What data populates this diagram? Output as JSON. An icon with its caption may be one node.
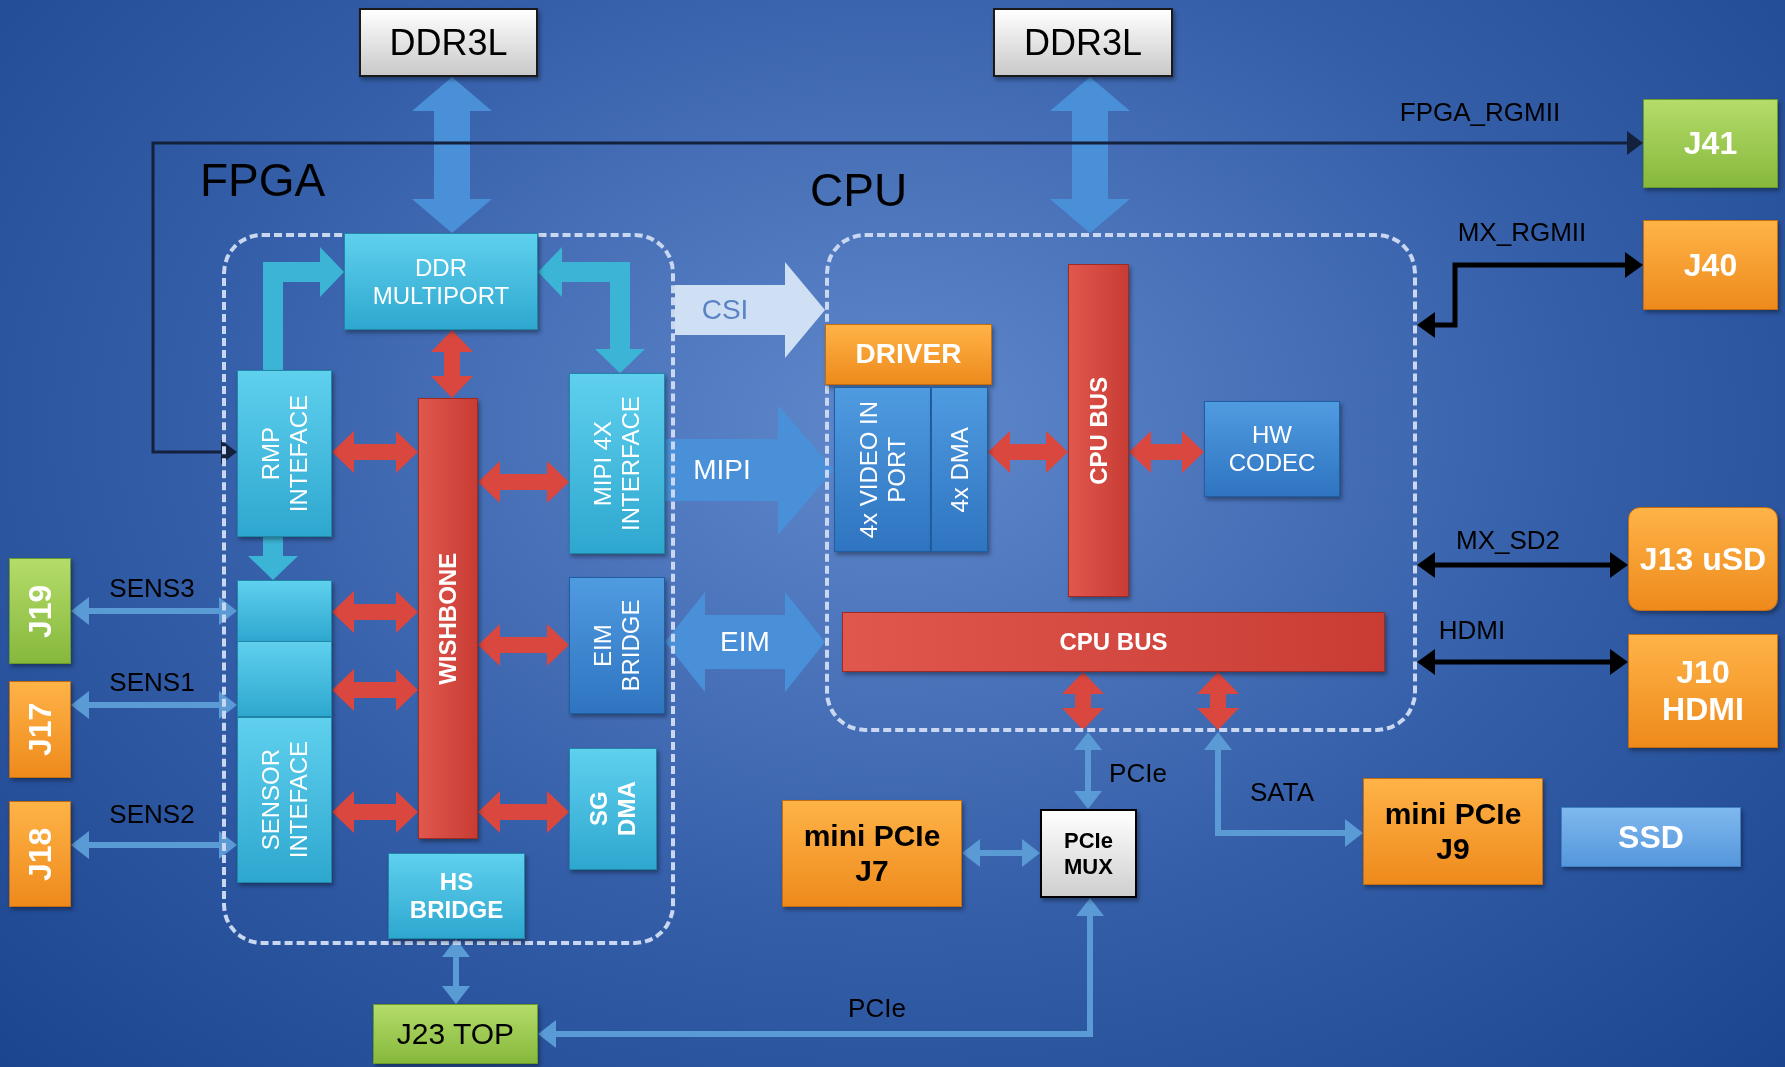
{
  "diagram": {
    "nodes": [
      {
        "text": [
          "DDR3L"
        ]
      },
      {
        "text": [
          "DDR3L"
        ]
      },
      {
        "text": [
          "FPGA"
        ]
      },
      {
        "text": [
          "CPU"
        ]
      },
      {
        "text": [
          "J41"
        ]
      },
      {
        "text": [
          "DDR MULTIPORT"
        ],
        "in": 2
      },
      {
        "text": [
          "J40"
        ]
      },
      {
        "text": [
          "RMP INTEFACE"
        ],
        "in": 2
      },
      {
        "text": [
          "MIPI 4X INTERFACE"
        ],
        "in": 2
      },
      {
        "text": [
          "WISHBONE"
        ],
        "in": 2
      },
      {
        "text": [
          "DRIVER"
        ],
        "in": 3
      },
      {
        "text": [
          "4x VIDEO IN PORT"
        ],
        "in": 3
      },
      {
        "text": [
          "4x DMA"
        ],
        "in": 3
      },
      {
        "text": [
          "CPU BUS"
        ],
        "in": 3
      },
      {
        "text": [
          "HW CODEC"
        ],
        "in": 3
      },
      {
        "text": [
          "J13 uSD"
        ]
      },
      {
        "text": [
          "J19"
        ]
      },
      {
        "text": [],
        "shape": "box",
        "in": 2
      },
      {
        "text": [
          "EIM BRIDGE"
        ],
        "in": 2
      },
      {
        "text": [
          "J10 HDMI"
        ]
      },
      {
        "text": [
          "J17"
        ]
      },
      {
        "text": [],
        "shape": "box",
        "in": 2
      },
      {
        "text": [
          "SENSOR INTEFACE"
        ],
        "in": 2
      },
      {
        "text": [
          "CPU BUS"
        ],
        "in": 3
      },
      {
        "text": [
          "SG DMA"
        ],
        "in": 2
      },
      {
        "text": [
          "J18"
        ]
      },
      {
        "text": [
          "mini PCIe J7"
        ]
      },
      {
        "text": [
          "PCIe MUX"
        ]
      },
      {
        "text": [
          "mini PCIe J9"
        ]
      },
      {
        "text": [
          "SSD"
        ]
      },
      {
        "text": [
          "HS BRIDGE"
        ],
        "in": 2
      },
      {
        "text": [
          "J23 TOP"
        ]
      }
    ],
    "edges": [
      {
        "from": 0,
        "to": 5,
        "arrow": "both",
        "style": "thick",
        "color": "#4a90d9"
      },
      {
        "from": 1,
        "to": 3,
        "arrow": "both",
        "style": "thick",
        "color": "#4a90d9"
      },
      {
        "from": 7,
        "to": 4,
        "arrow": "both",
        "label": "FPGA_RGMII",
        "color": "#14213d"
      },
      {
        "from": 3,
        "to": 6,
        "arrow": "both",
        "label": "MX_RGMII",
        "color": "#000000"
      },
      {
        "from": 3,
        "to": 15,
        "arrow": "both",
        "label": "MX_SD2",
        "color": "#000000"
      },
      {
        "from": 3,
        "to": 19,
        "arrow": "both",
        "label": "HDMI",
        "color": "#000000"
      },
      {
        "from": 7,
        "to": 5,
        "arrow": "to",
        "color": "#3cb4d6"
      },
      {
        "from": 5,
        "to": 8,
        "arrow": "both",
        "color": "#3cb4d6"
      },
      {
        "from": 7,
        "to": 17,
        "arrow": "to",
        "color": "#3cb4d6"
      },
      {
        "from": 5,
        "to": 9,
        "arrow": "both"
      },
      {
        "from": 7,
        "to": 9,
        "arrow": "both"
      },
      {
        "from": 9,
        "to": 8,
        "arrow": "both"
      },
      {
        "from": 17,
        "to": 9,
        "arrow": "both"
      },
      {
        "from": 21,
        "to": 9,
        "arrow": "both"
      },
      {
        "from": 22,
        "to": 9,
        "arrow": "both"
      },
      {
        "from": 9,
        "to": 18,
        "arrow": "both"
      },
      {
        "from": 9,
        "to": 24,
        "arrow": "both"
      },
      {
        "from": 16,
        "to": 17,
        "arrow": "both",
        "label": "SENS3",
        "color": "#5b9bd5"
      },
      {
        "from": 20,
        "to": 21,
        "arrow": "both",
        "label": "SENS1",
        "color": "#5b9bd5"
      },
      {
        "from": 25,
        "to": 22,
        "arrow": "both",
        "label": "SENS2",
        "color": "#5b9bd5"
      },
      {
        "from": 30,
        "to": 31,
        "arrow": "both",
        "color": "#5b9bd5"
      },
      {
        "from": 2,
        "to": 3,
        "arrow": "to",
        "label": "CSI",
        "style": "thick",
        "color": "#cfe0f5"
      },
      {
        "from": 8,
        "to": 11,
        "arrow": "to",
        "label": "MIPI",
        "style": "thick",
        "color": "#4a90d9"
      },
      {
        "from": 18,
        "to": 3,
        "arrow": "both",
        "label": "EIM",
        "style": "thick",
        "color": "#4a90d9"
      },
      {
        "from": 12,
        "to": 13,
        "arrow": "both"
      },
      {
        "from": 13,
        "to": 14,
        "arrow": "both"
      },
      {
        "from": 23,
        "to": null,
        "arrow": "both"
      },
      {
        "from": 23,
        "to": null,
        "arrow": "both"
      },
      {
        "from": 3,
        "to": 27,
        "arrow": "both",
        "label": "PCIe",
        "color": "#5b9bd5"
      },
      {
        "from": 3,
        "to": 28,
        "arrow": "both",
        "label": "SATA",
        "color": "#5b9bd5"
      },
      {
        "from": 26,
        "to": 27,
        "arrow": "both",
        "color": "#5b9bd5"
      },
      {
        "from": 31,
        "to": 27,
        "arrow": "both",
        "label": "PCIe",
        "color": "#5b9bd5"
      }
    ]
  }
}
